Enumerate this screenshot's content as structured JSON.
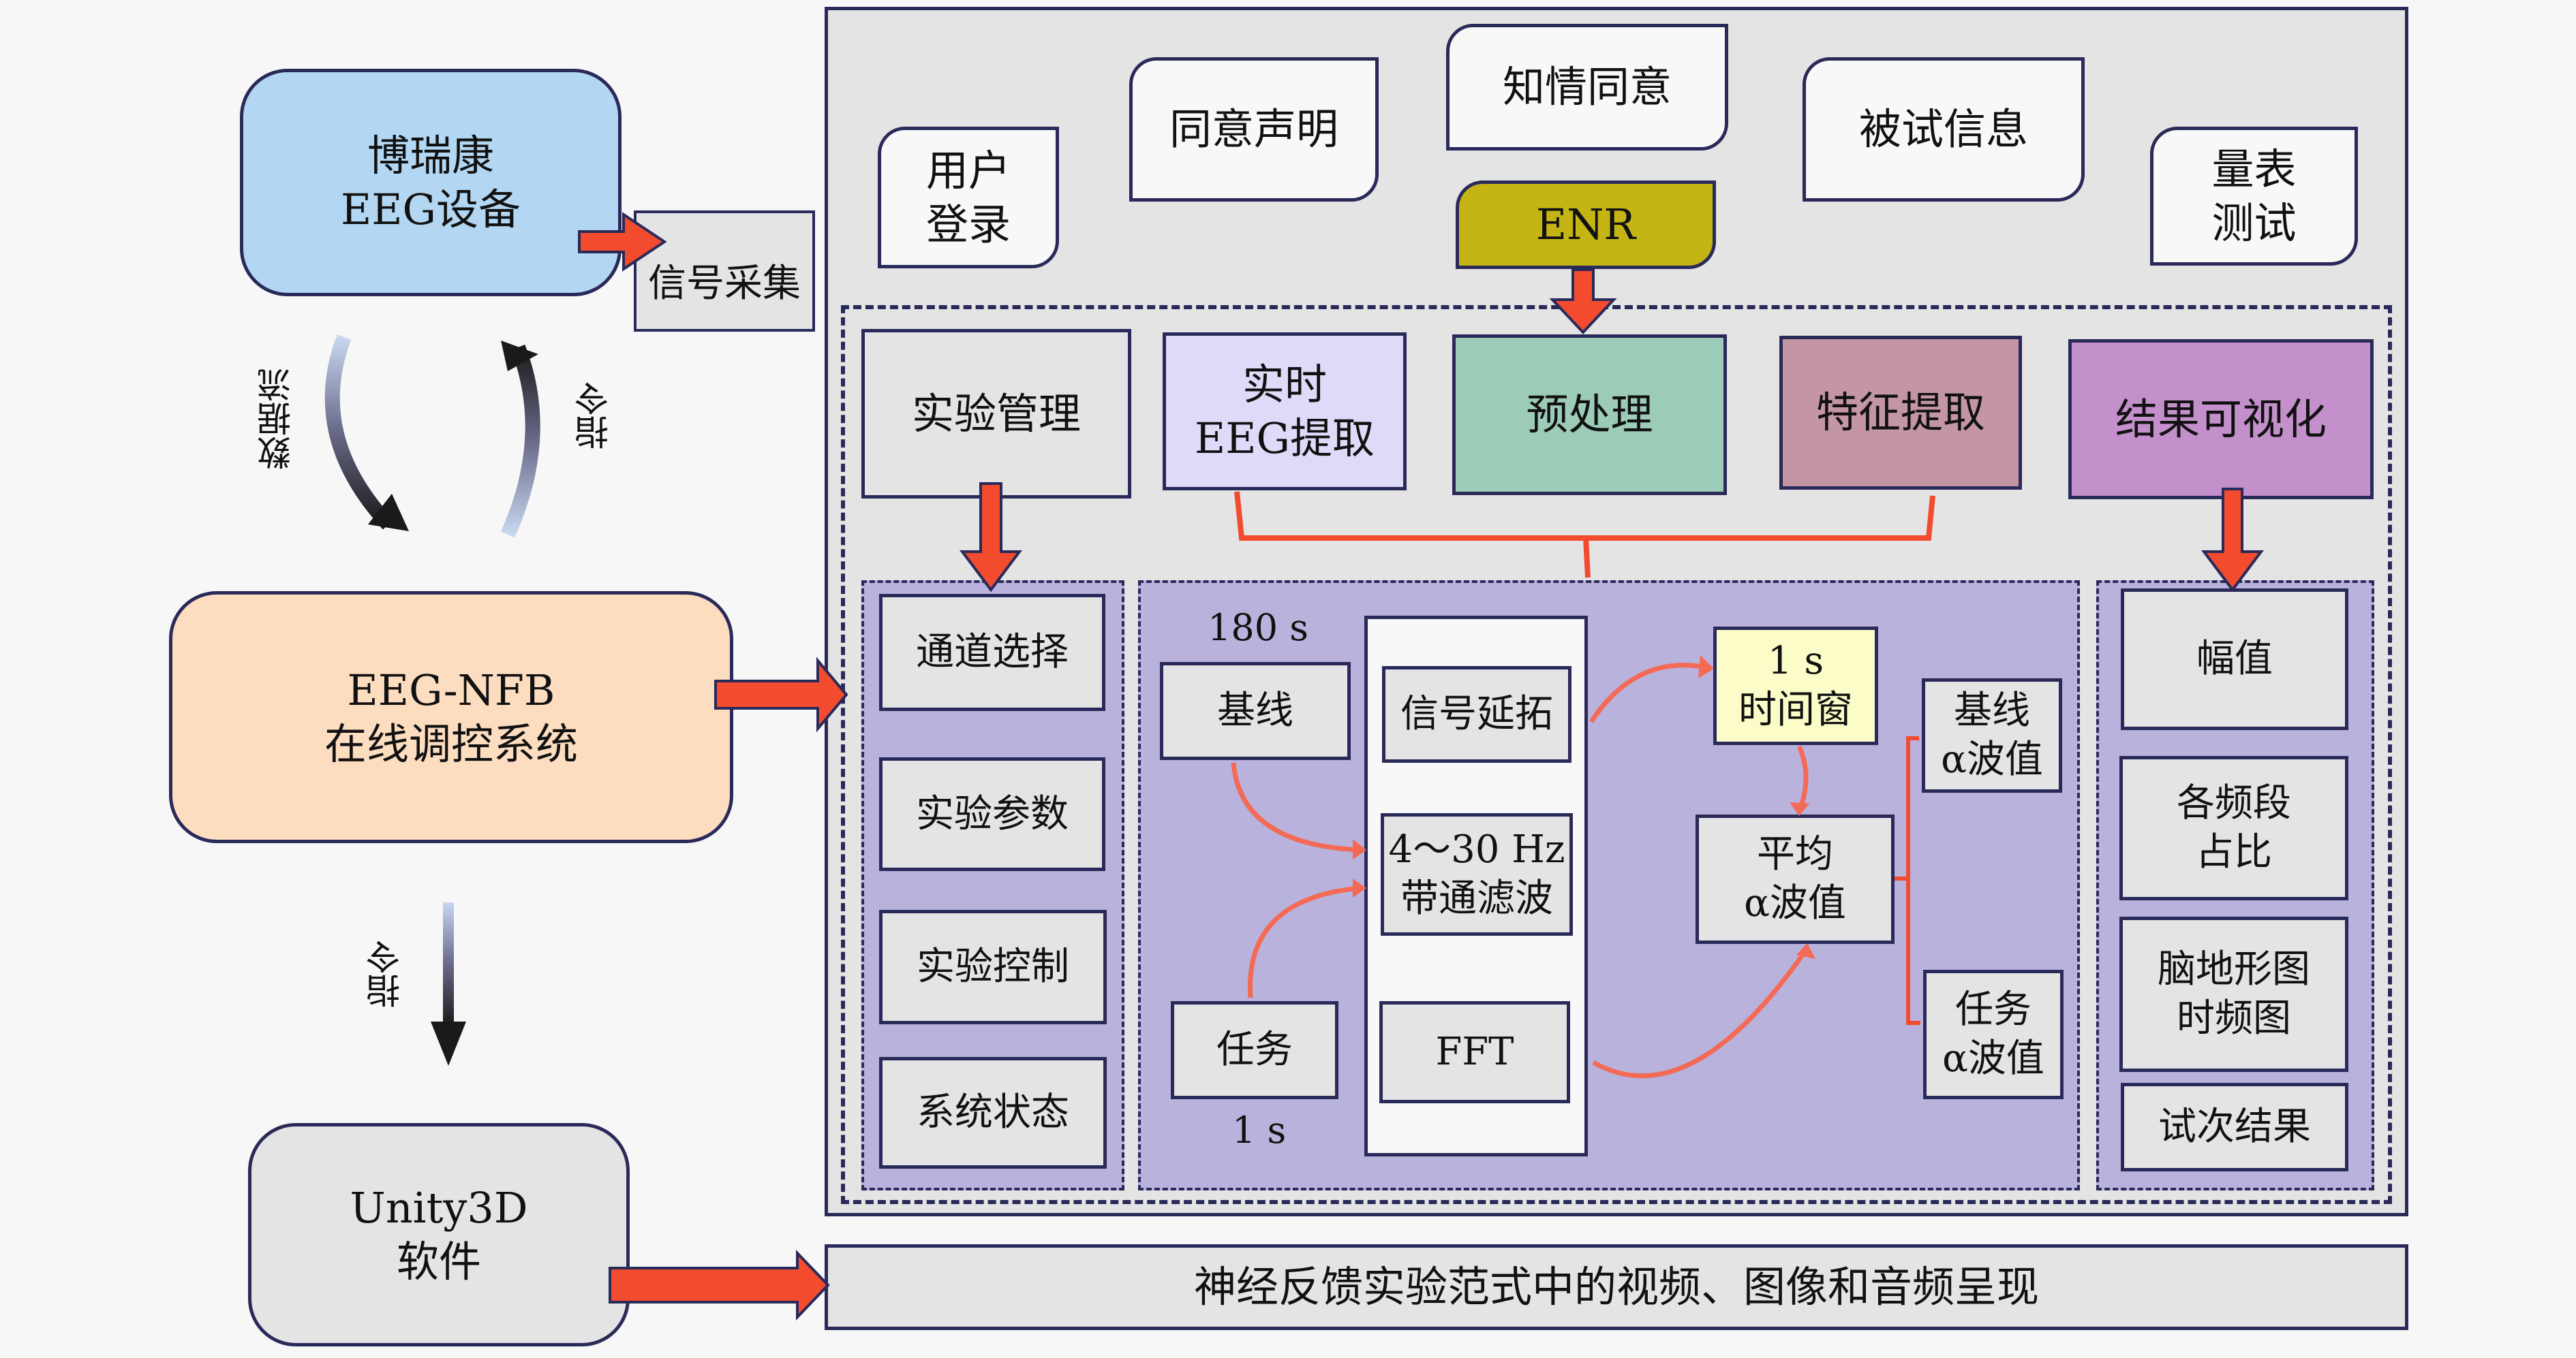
{
  "left_column": {
    "device": "博瑞康\nEEG设备",
    "signal_acquisition": "信号采集",
    "data_flow_label": "数据流",
    "command_label_upper": "指令",
    "system": "EEG-NFB\n在线调控系统",
    "command_label_lower": "指令",
    "unity": "Unity3D\n软件"
  },
  "top_row": {
    "user_login": "用户\n登录",
    "consent_statement": "同意声明",
    "informed_consent": "知情同意",
    "subject_info": "被试信息",
    "scale_test": "量表\n测试",
    "enr": "ENR"
  },
  "modules": {
    "experiment_management": "实验管理",
    "realtime_eeg": "实时\nEEG提取",
    "preprocessing": "预处理",
    "feature_extraction": "特征提取",
    "visualization": "结果可视化"
  },
  "management_panel": {
    "items": [
      "通道选择",
      "实验参数",
      "实验控制",
      "系统状态"
    ]
  },
  "processing_panel": {
    "baseline_duration": "180 s",
    "baseline": "基线",
    "task": "任务",
    "task_duration": "1 s",
    "signal_extension": "信号延拓",
    "bandpass": "4～30 Hz\n带通滤波",
    "fft": "FFT",
    "time_window": "1 s\n时间窗",
    "average_alpha": "平均\nα波值",
    "baseline_alpha": "基线\nα波值",
    "task_alpha": "任务\nα波值"
  },
  "visualization_panel": {
    "items": [
      "幅值",
      "各频段\n占比",
      "脑地形图\n时频图",
      "试次结果"
    ]
  },
  "bottom_bar": "神经反馈实验范式中的视频、图像和音频呈现",
  "colors": {
    "device_fill": "#b3d7f2",
    "system_fill": "#fdddc0",
    "unity_fill": "#e4e4e4",
    "panel_fill": "#e4e4e4",
    "enr_fill": "#c4b414",
    "realtime_fill": "#dedaf8",
    "preprocess_fill": "#9ccbb8",
    "feature_fill": "#c495a3",
    "visual_fill": "#c490cb",
    "subpanel_fill": "#b8b2dc",
    "time_window_fill": "#fbfcc8",
    "arrow_red": "#f24b2e",
    "border_navy": "#2a2a5a"
  }
}
